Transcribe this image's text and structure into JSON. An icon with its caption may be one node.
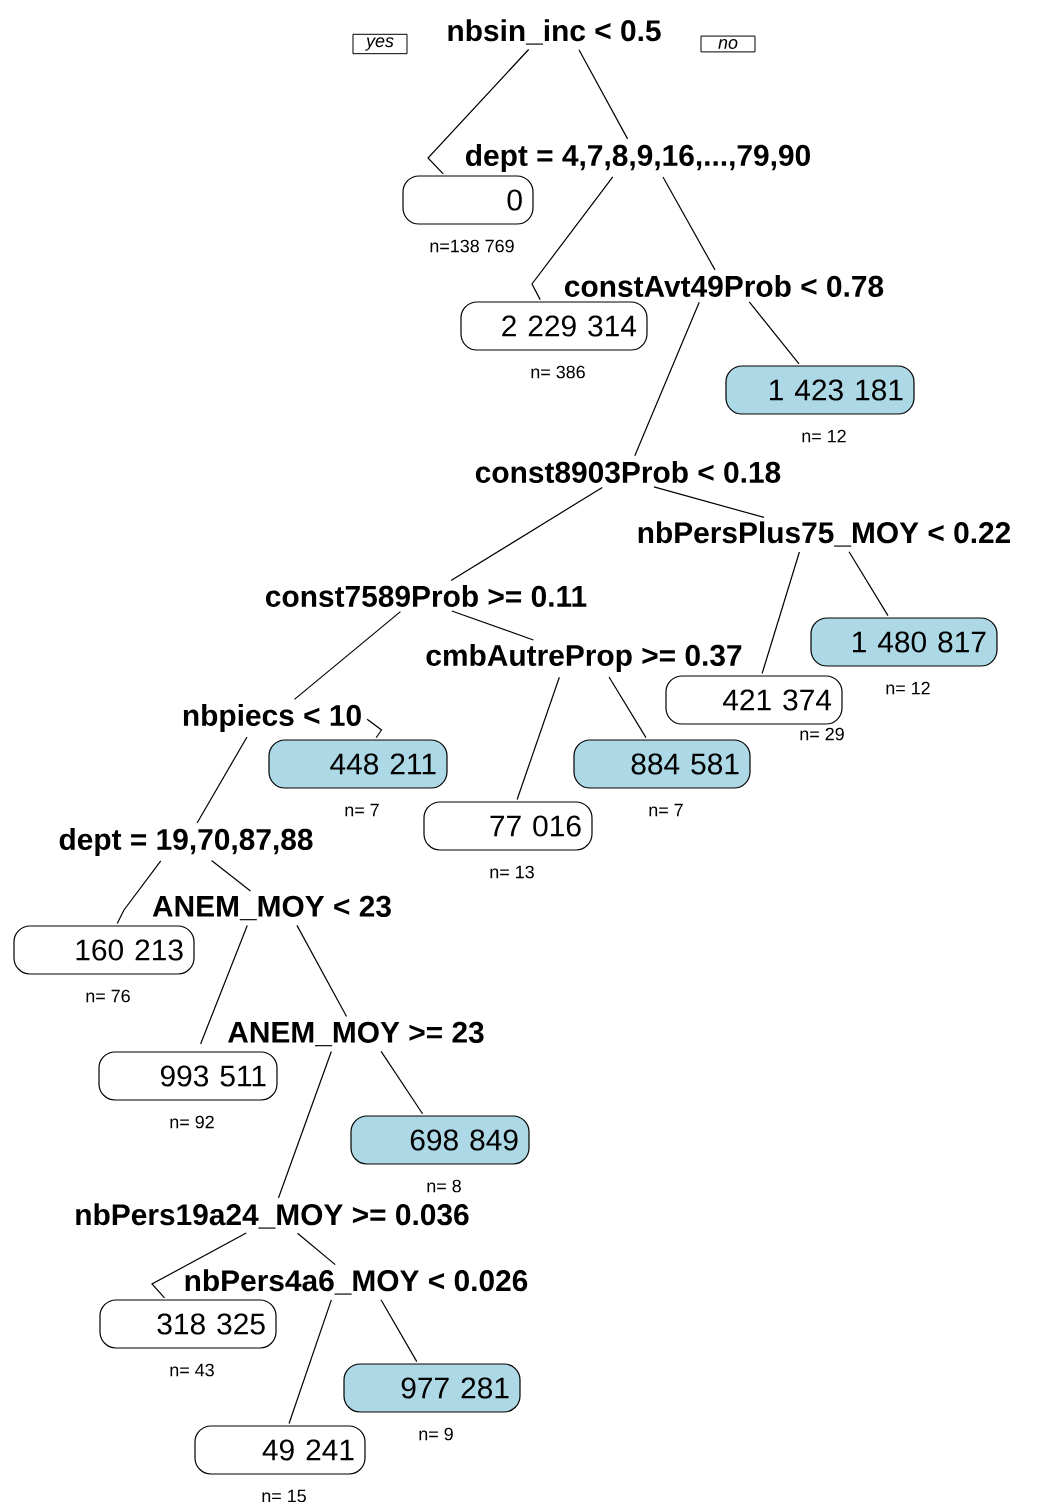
{
  "diagram": {
    "nodes": [
      {
        "text": [
          "nbsin_inc < 0.5"
        ]
      },
      {
        "text": [
          "yes"
        ]
      },
      {
        "text": [
          "no"
        ]
      },
      {
        "text": [
          "dept = 4,7,8,9,16,...,79,90"
        ]
      },
      {
        "text": [
          "0"
        ],
        "beside": [
          "n=138 769"
        ]
      },
      {
        "text": [
          "constAvt49Prob < 0.78"
        ]
      },
      {
        "text": [
          "2 229 314"
        ],
        "beside": [
          "n= 386"
        ]
      },
      {
        "text": [
          "1 423 181"
        ],
        "beside": [
          "n= 12"
        ]
      },
      {
        "text": [
          "const8903Prob < 0.18"
        ]
      },
      {
        "text": [
          "nbPersPlus75_MOY < 0.22"
        ]
      },
      {
        "text": [
          "const7589Prob >= 0.11"
        ]
      },
      {
        "text": [
          "1 480 817"
        ],
        "beside": [
          "n= 12"
        ]
      },
      {
        "text": [
          "cmbAutreProp >= 0.37"
        ]
      },
      {
        "text": [
          "421 374"
        ],
        "beside": [
          "n= 29"
        ]
      },
      {
        "text": [
          "nbpiecs < 10"
        ]
      },
      {
        "text": [
          "448 211"
        ],
        "beside": [
          "n= 7"
        ]
      },
      {
        "text": [
          "884 581"
        ],
        "beside": [
          "n= 7"
        ]
      },
      {
        "text": [
          "77 016"
        ],
        "beside": [
          "n= 13"
        ]
      },
      {
        "text": [
          "dept = 19,70,87,88"
        ]
      },
      {
        "text": [
          "ANEM_MOY < 23"
        ]
      },
      {
        "text": [
          "160 213"
        ],
        "beside": [
          "n= 76"
        ]
      },
      {
        "text": [
          "ANEM_MOY >= 23"
        ]
      },
      {
        "text": [
          "993 511"
        ],
        "beside": [
          "n= 92"
        ]
      },
      {
        "text": [
          "698 849"
        ],
        "beside": [
          "n= 8"
        ]
      },
      {
        "text": [
          "nbPers19a24_MOY >= 0.036"
        ]
      },
      {
        "text": [
          "nbPers4a6_MOY < 0.026"
        ]
      },
      {
        "text": [
          "318 325"
        ],
        "beside": [
          "n= 43"
        ]
      },
      {
        "text": [
          "977 281"
        ],
        "beside": [
          "n= 9"
        ]
      },
      {
        "text": [
          "49 241"
        ],
        "beside": [
          "n= 15"
        ]
      }
    ],
    "edges": [
      {
        "from": 0,
        "to": 4,
        "arrow": "none"
      },
      {
        "from": 0,
        "to": 3,
        "arrow": "none"
      },
      {
        "from": 3,
        "to": 6,
        "arrow": "none"
      },
      {
        "from": 3,
        "to": 5,
        "arrow": "none"
      },
      {
        "from": 5,
        "to": 8,
        "arrow": "none"
      },
      {
        "from": 5,
        "to": 7,
        "arrow": "none"
      },
      {
        "from": 8,
        "to": 10,
        "arrow": "none"
      },
      {
        "from": 8,
        "to": 9,
        "arrow": "none"
      },
      {
        "from": 9,
        "to": 13,
        "arrow": "none"
      },
      {
        "from": 9,
        "to": 11,
        "arrow": "none"
      },
      {
        "from": 10,
        "to": 14,
        "arrow": "none"
      },
      {
        "from": 10,
        "to": 12,
        "arrow": "none"
      },
      {
        "from": 12,
        "to": 17,
        "arrow": "none"
      },
      {
        "from": 12,
        "to": 16,
        "arrow": "none"
      },
      {
        "from": 14,
        "to": 18,
        "arrow": "none"
      },
      {
        "from": 14,
        "to": 15,
        "arrow": "none"
      },
      {
        "from": 18,
        "to": 20,
        "arrow": "none"
      },
      {
        "from": 18,
        "to": 19,
        "arrow": "none"
      },
      {
        "from": 19,
        "to": 22,
        "arrow": "none"
      },
      {
        "from": 19,
        "to": 21,
        "arrow": "none"
      },
      {
        "from": 21,
        "to": 24,
        "arrow": "none"
      },
      {
        "from": 21,
        "to": 23,
        "arrow": "none"
      },
      {
        "from": 24,
        "to": 26,
        "arrow": "none"
      },
      {
        "from": 24,
        "to": 25,
        "arrow": "none"
      },
      {
        "from": 25,
        "to": 28,
        "arrow": "none"
      },
      {
        "from": 25,
        "to": 27,
        "arrow": "none"
      }
    ]
  }
}
